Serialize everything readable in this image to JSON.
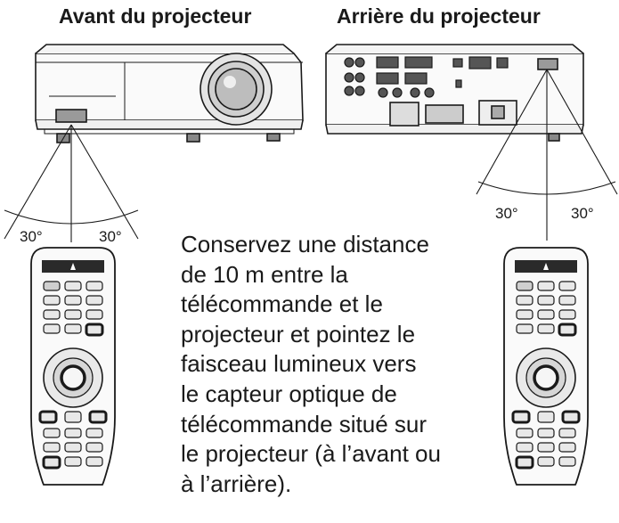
{
  "headings": {
    "front": "Avant du projecteur",
    "rear": "Arrière du projecteur"
  },
  "angles": {
    "front_left": "30°",
    "front_right": "30°",
    "rear_left": "30°",
    "rear_right": "30°"
  },
  "instructions": "Conservez une distance\nde 10 m entre la\ntélécommande et le\nprojecteur et pointez le\nfaisceau lumineux vers\nle capteur optique de\ntélécommande situé sur\nle projecteur (à l’avant ou\nà l’arrière)."
}
